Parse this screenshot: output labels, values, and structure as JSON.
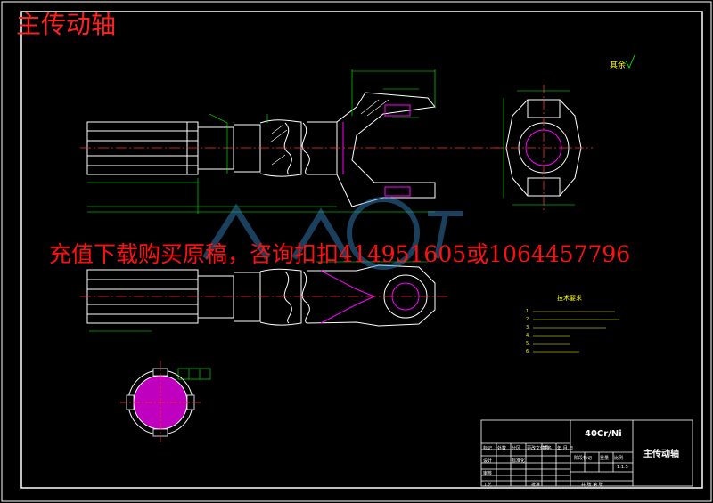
{
  "title_top": "主传动轴",
  "promo_text": "充值下载购买原稿，咨询扣扣414951605或1064457796",
  "roughness_label": "其余",
  "tech_notes": {
    "title": "技术要求",
    "lines": [
      "1.",
      "2.",
      "3.",
      "4.",
      "5.",
      "6."
    ]
  },
  "title_block": {
    "material": "40Cr/Ni",
    "part_name": "主传动轴",
    "cells": {
      "mark": "标记",
      "count": "处数",
      "zone": "分区",
      "change_doc": "更改文件号",
      "sign": "签名",
      "date": "年.月.日",
      "design": "设计",
      "standard": "标准化",
      "review": "审核",
      "process": "工艺",
      "approve": "批准",
      "stage_mark": "阶段标记",
      "weight": "重量",
      "scale": "比例",
      "scale_value": "1:1.5",
      "sheets": "共 张 第 张"
    }
  },
  "colors": {
    "background": "#000000",
    "outline": "#ffffff",
    "dimension": "#00ff00",
    "centerline": "#ff3030",
    "detail": "#ff00ff",
    "notes": "#ffff00",
    "watermark": "#3a8fd0",
    "promo": "#ff1010"
  }
}
